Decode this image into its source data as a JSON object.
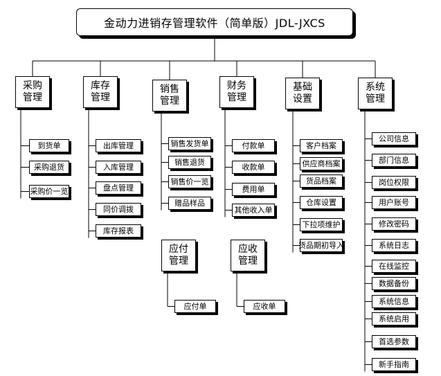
{
  "title": "金动力进销存管理软件（简单版）JDL-JXCS",
  "modules": [
    {
      "id": "purchase",
      "label": "采购管理",
      "items": [
        "到货单",
        "采购退货",
        "采购价一览"
      ]
    },
    {
      "id": "inventory",
      "label": "库存管理",
      "items": [
        "出库管理",
        "入库管理",
        "盘点管理",
        "同价调拨",
        "库存报表"
      ]
    },
    {
      "id": "sales",
      "label": "销售管理",
      "items": [
        "销售发货单",
        "销售退货",
        "销售价一览",
        "赠品样品"
      ]
    },
    {
      "id": "finance",
      "label": "财务管理",
      "items": [
        "付款单",
        "收款单",
        "费用单",
        "其他收入单"
      ]
    },
    {
      "id": "basic",
      "label": "基础设置",
      "items": [
        "客户档案",
        "供应商档案",
        "货品档案",
        "仓库设置",
        "下拉项维护",
        "货品期初导入"
      ]
    },
    {
      "id": "system",
      "label": "系统管理",
      "items": [
        "公司信息",
        "部门信息",
        "岗位权限",
        "用户账号",
        "修改密码",
        "系统日志",
        "在线监控",
        "数据备份",
        "系统信息",
        "系统启用",
        "首选参数",
        "新手指南"
      ]
    },
    {
      "id": "payable",
      "label": "应付管理",
      "items": [
        "应付单"
      ]
    },
    {
      "id": "receivable",
      "label": "应收管理",
      "items": [
        "应收单"
      ]
    }
  ]
}
